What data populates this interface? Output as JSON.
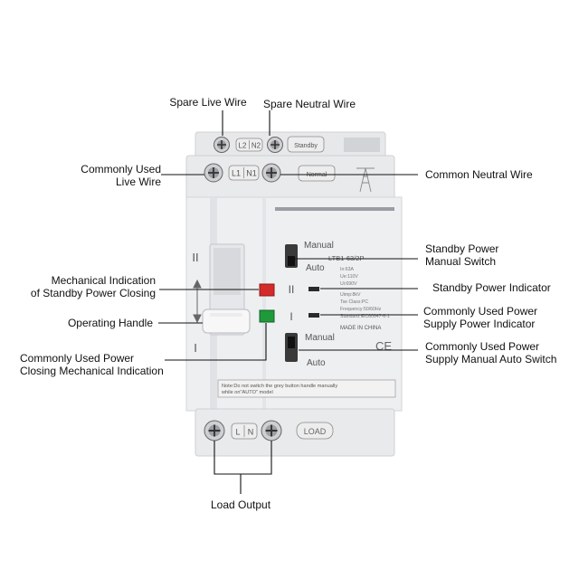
{
  "callouts": {
    "spare_live_wire": "Spare Live Wire",
    "spare_neutral_wire": "Spare Neutral Wire",
    "commonly_used_live_wire": [
      "Commonly Used",
      "Live Wire"
    ],
    "common_neutral_wire": "Common Neutral Wire",
    "standby_power_manual_switch": [
      "Standby Power",
      "Manual Switch"
    ],
    "mechanical_indication_standby": [
      "Mechanical Indication",
      "of Standby Power Closing"
    ],
    "standby_power_indicator": "Standby Power Indicator",
    "operating_handle": "Operating Handle",
    "commonly_used_power_supply_indicator": [
      "Commonly Used Power",
      "Supply Power Indicator"
    ],
    "commonly_used_power_closing": [
      "Commonly Used Power",
      "Closing Mechanical Indication"
    ],
    "commonly_used_power_supply_switch": [
      "Commonly Used Power",
      "Supply Manual Auto Switch"
    ],
    "load_output": "Load Output"
  },
  "device": {
    "top_terminal_labels": [
      "L2",
      "N2"
    ],
    "mid_terminal_labels": [
      "L1",
      "N1"
    ],
    "bottom_terminal_labels": [
      "L",
      "N"
    ],
    "standby_tag": "Standby",
    "normal_tag": "Normal",
    "load_tag": "LOAD",
    "model": "LTB1-63/2P",
    "specs": [
      "In:63A",
      "Ue:110V",
      "Ui:690V",
      "Uimp:8kV",
      "Tse Class:PC",
      "Frequency:50/60Hz",
      "Standard:IEC60947-6-1"
    ],
    "made_in": "MADE IN CHINA",
    "manual_label_top": "Manual",
    "auto_label_top": "Auto",
    "manual_label_bottom": "Manual",
    "auto_label_bottom": "Auto",
    "roman_two_left": "II",
    "roman_one_left": "I",
    "roman_two_center": "II",
    "roman_one_center": "I",
    "ce_mark": "CE",
    "note_line1": "Note:Do not switch the grey button handle manually",
    "note_line2": "while on\"AUTO\" model"
  },
  "colors": {
    "body": "#ececee",
    "body_shade": "#dcdde0",
    "indicator_red": "#d42a2a",
    "indicator_green": "#1f9a3a",
    "line": "#111111"
  }
}
